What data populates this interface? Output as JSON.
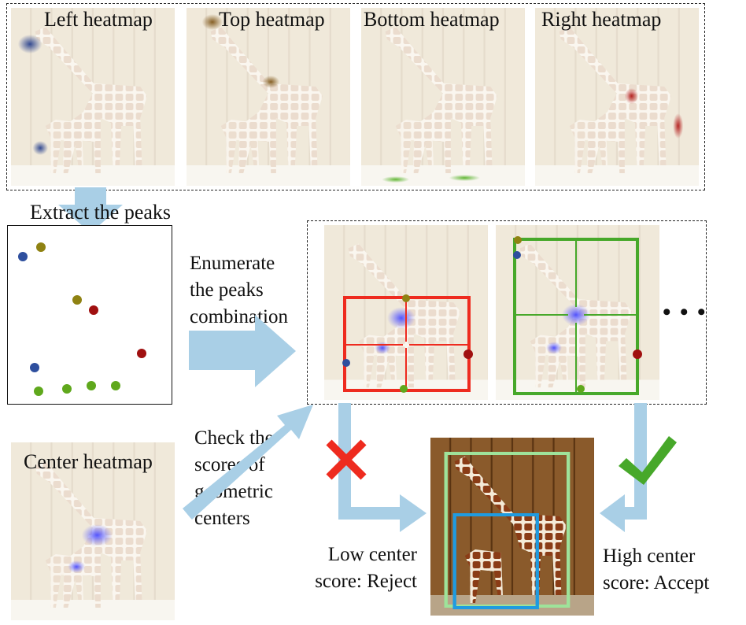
{
  "heatmaps_top": [
    {
      "label": "Left heatmap"
    },
    {
      "label": "Top heatmap"
    },
    {
      "label": "Bottom heatmap"
    },
    {
      "label": "Right heatmap"
    }
  ],
  "steps": {
    "extract": "Extract the peaks",
    "enumerate_line1": "Enumerate",
    "enumerate_line2": "the peaks",
    "enumerate_line3": "combination",
    "check_line1": "Check the",
    "check_line2": "scores of",
    "check_line3": "geometric",
    "check_line4": "centers",
    "center_heatmap": "Center heatmap",
    "more": "• • •"
  },
  "outcomes": {
    "reject_line1": "Low center",
    "reject_line2": "score: Reject",
    "accept_line1": "High center",
    "accept_line2": "score: Accept"
  },
  "colors": {
    "left": "#2e4f9e",
    "top": "#8f8212",
    "bottom": "#5fa81c",
    "right": "#a01010",
    "arrow": "#a9cfe6",
    "reject": "#ee2b1f",
    "accept": "#47a82a",
    "box_light": "#9ee39a",
    "box_blue": "#1f9be0",
    "center_blob": "#5a5cff"
  }
}
